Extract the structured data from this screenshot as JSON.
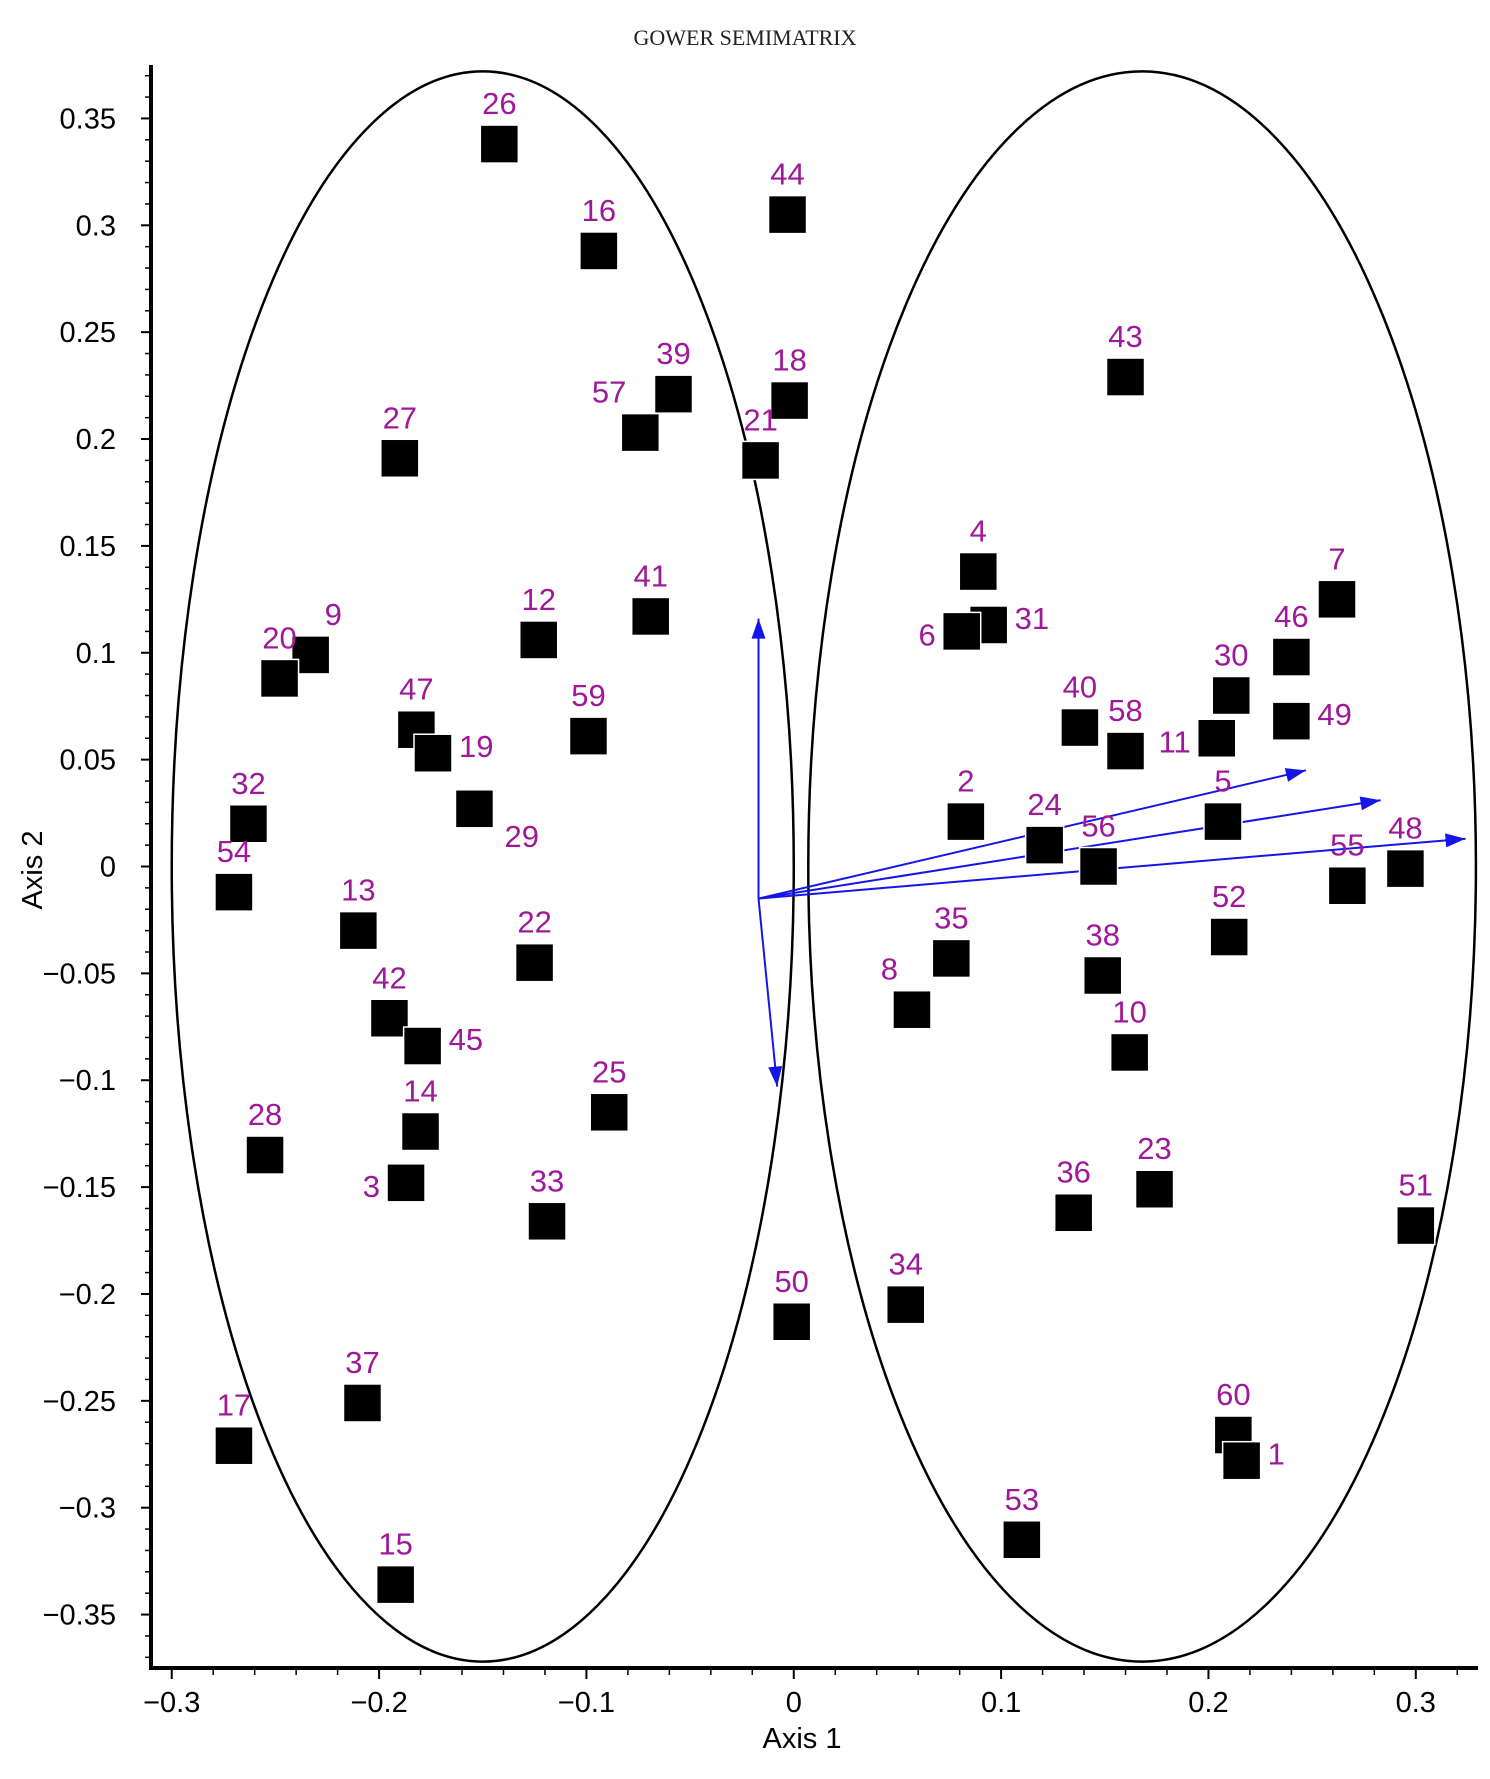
{
  "chart_data": {
    "type": "scatter",
    "title": "GOWER SEMIMATRIX",
    "xlabel": "Axis 1",
    "ylabel": "Axis 2",
    "xlim": [
      -0.31,
      0.33
    ],
    "ylim": [
      -0.375,
      0.375
    ],
    "x_ticks": [
      {
        "value": -0.3,
        "label": "−0.3"
      },
      {
        "value": -0.2,
        "label": "−0.2"
      },
      {
        "value": -0.1,
        "label": "−0.1"
      },
      {
        "value": 0,
        "label": "0"
      },
      {
        "value": 0.1,
        "label": "0.1"
      },
      {
        "value": 0.2,
        "label": "0.2"
      },
      {
        "value": 0.3,
        "label": "0.3"
      }
    ],
    "y_ticks": [
      {
        "value": 0.35,
        "label": "0.35"
      },
      {
        "value": 0.3,
        "label": "0.3"
      },
      {
        "value": 0.25,
        "label": "0.25"
      },
      {
        "value": 0.2,
        "label": "0.2"
      },
      {
        "value": 0.15,
        "label": "0.15"
      },
      {
        "value": 0.1,
        "label": "0.1"
      },
      {
        "value": 0.05,
        "label": "0.05"
      },
      {
        "value": 0,
        "label": "0"
      },
      {
        "value": -0.05,
        "label": "−0.05"
      },
      {
        "value": -0.1,
        "label": "−0.1"
      },
      {
        "value": -0.15,
        "label": "−0.15"
      },
      {
        "value": -0.2,
        "label": "−0.2"
      },
      {
        "value": -0.25,
        "label": "−0.25"
      },
      {
        "value": -0.3,
        "label": "−0.3"
      },
      {
        "value": -0.35,
        "label": "−0.35"
      }
    ],
    "grid": false,
    "marker": "square",
    "colors": {
      "marker": "#000000",
      "label": "#a0189a",
      "arrow": "#1515e6",
      "ellipse": "#000000",
      "axes": "#000000"
    },
    "points": [
      {
        "label": "26",
        "x": -0.142,
        "y": 0.338,
        "label_side": "top"
      },
      {
        "label": "44",
        "x": -0.003,
        "y": 0.305,
        "label_side": "top"
      },
      {
        "label": "16",
        "x": -0.094,
        "y": 0.288,
        "label_side": "top"
      },
      {
        "label": "43",
        "x": 0.16,
        "y": 0.229,
        "label_side": "top"
      },
      {
        "label": "39",
        "x": -0.058,
        "y": 0.221,
        "label_side": "top"
      },
      {
        "label": "18",
        "x": -0.002,
        "y": 0.218,
        "label_side": "top"
      },
      {
        "label": "57",
        "x": -0.074,
        "y": 0.203,
        "label_side": "top-left"
      },
      {
        "label": "27",
        "x": -0.19,
        "y": 0.191,
        "label_side": "top"
      },
      {
        "label": "21",
        "x": -0.016,
        "y": 0.19,
        "label_side": "top"
      },
      {
        "label": "4",
        "x": 0.089,
        "y": 0.138,
        "label_side": "top"
      },
      {
        "label": "7",
        "x": 0.262,
        "y": 0.125,
        "label_side": "top"
      },
      {
        "label": "41",
        "x": -0.069,
        "y": 0.117,
        "label_side": "top"
      },
      {
        "label": "31",
        "x": 0.094,
        "y": 0.113,
        "label_side": "right"
      },
      {
        "label": "6",
        "x": 0.081,
        "y": 0.11,
        "label_side": "left"
      },
      {
        "label": "12",
        "x": -0.123,
        "y": 0.106,
        "label_side": "top"
      },
      {
        "label": "9",
        "x": -0.233,
        "y": 0.099,
        "label_side": "top-right"
      },
      {
        "label": "46",
        "x": 0.24,
        "y": 0.098,
        "label_side": "top"
      },
      {
        "label": "20",
        "x": -0.248,
        "y": 0.088,
        "label_side": "top"
      },
      {
        "label": "30",
        "x": 0.211,
        "y": 0.08,
        "label_side": "top"
      },
      {
        "label": "49",
        "x": 0.24,
        "y": 0.068,
        "label_side": "right"
      },
      {
        "label": "40",
        "x": 0.138,
        "y": 0.065,
        "label_side": "top"
      },
      {
        "label": "47",
        "x": -0.182,
        "y": 0.064,
        "label_side": "top"
      },
      {
        "label": "59",
        "x": -0.099,
        "y": 0.061,
        "label_side": "top"
      },
      {
        "label": "11",
        "x": 0.204,
        "y": 0.06,
        "label_side": "left"
      },
      {
        "label": "58",
        "x": 0.16,
        "y": 0.054,
        "label_side": "top"
      },
      {
        "label": "19",
        "x": -0.174,
        "y": 0.053,
        "label_side": "right"
      },
      {
        "label": "29",
        "x": -0.154,
        "y": 0.027,
        "label_side": "bottom-right"
      },
      {
        "label": "5",
        "x": 0.207,
        "y": 0.021,
        "label_side": "top"
      },
      {
        "label": "2",
        "x": 0.083,
        "y": 0.021,
        "label_side": "top"
      },
      {
        "label": "32",
        "x": -0.263,
        "y": 0.02,
        "label_side": "top"
      },
      {
        "label": "24",
        "x": 0.121,
        "y": 0.01,
        "label_side": "top"
      },
      {
        "label": "48",
        "x": 0.295,
        "y": -0.001,
        "label_side": "top"
      },
      {
        "label": "56",
        "x": 0.147,
        "y": 0.0,
        "label_side": "top"
      },
      {
        "label": "55",
        "x": 0.267,
        "y": -0.009,
        "label_side": "top"
      },
      {
        "label": "54",
        "x": -0.27,
        "y": -0.012,
        "label_side": "top"
      },
      {
        "label": "13",
        "x": -0.21,
        "y": -0.03,
        "label_side": "top"
      },
      {
        "label": "52",
        "x": 0.21,
        "y": -0.033,
        "label_side": "top"
      },
      {
        "label": "35",
        "x": 0.076,
        "y": -0.043,
        "label_side": "top"
      },
      {
        "label": "22",
        "x": -0.125,
        "y": -0.045,
        "label_side": "top"
      },
      {
        "label": "38",
        "x": 0.149,
        "y": -0.051,
        "label_side": "top"
      },
      {
        "label": "8",
        "x": 0.057,
        "y": -0.067,
        "label_side": "top-left"
      },
      {
        "label": "42",
        "x": -0.195,
        "y": -0.071,
        "label_side": "top"
      },
      {
        "label": "45",
        "x": -0.179,
        "y": -0.084,
        "label_side": "right"
      },
      {
        "label": "10",
        "x": 0.162,
        "y": -0.087,
        "label_side": "top"
      },
      {
        "label": "25",
        "x": -0.089,
        "y": -0.115,
        "label_side": "top"
      },
      {
        "label": "14",
        "x": -0.18,
        "y": -0.124,
        "label_side": "top"
      },
      {
        "label": "28",
        "x": -0.255,
        "y": -0.135,
        "label_side": "top"
      },
      {
        "label": "3",
        "x": -0.187,
        "y": -0.148,
        "label_side": "left"
      },
      {
        "label": "23",
        "x": 0.174,
        "y": -0.151,
        "label_side": "top"
      },
      {
        "label": "36",
        "x": 0.135,
        "y": -0.162,
        "label_side": "top"
      },
      {
        "label": "33",
        "x": -0.119,
        "y": -0.166,
        "label_side": "top"
      },
      {
        "label": "51",
        "x": 0.3,
        "y": -0.168,
        "label_side": "top"
      },
      {
        "label": "34",
        "x": 0.054,
        "y": -0.205,
        "label_side": "top"
      },
      {
        "label": "50",
        "x": -0.001,
        "y": -0.213,
        "label_side": "top"
      },
      {
        "label": "37",
        "x": -0.208,
        "y": -0.251,
        "label_side": "top"
      },
      {
        "label": "17",
        "x": -0.27,
        "y": -0.271,
        "label_side": "top"
      },
      {
        "label": "60",
        "x": 0.212,
        "y": -0.266,
        "label_side": "top"
      },
      {
        "label": "1",
        "x": 0.216,
        "y": -0.278,
        "label_side": "right"
      },
      {
        "label": "53",
        "x": 0.11,
        "y": -0.315,
        "label_side": "top"
      },
      {
        "label": "15",
        "x": -0.192,
        "y": -0.336,
        "label_side": "top"
      }
    ],
    "ellipses": [
      {
        "cx": -0.15,
        "cy": 0.0,
        "rx": 0.15,
        "ry": 0.372
      },
      {
        "cx": 0.168,
        "cy": 0.0,
        "rx": 0.161,
        "ry": 0.372
      }
    ],
    "arrows": {
      "origin": {
        "x": -0.017,
        "y": -0.015
      },
      "tips": [
        {
          "x": -0.017,
          "y": 0.116
        },
        {
          "x": -0.008,
          "y": -0.103
        },
        {
          "x": 0.247,
          "y": 0.045
        },
        {
          "x": 0.283,
          "y": 0.031
        },
        {
          "x": 0.324,
          "y": 0.013
        }
      ]
    }
  }
}
